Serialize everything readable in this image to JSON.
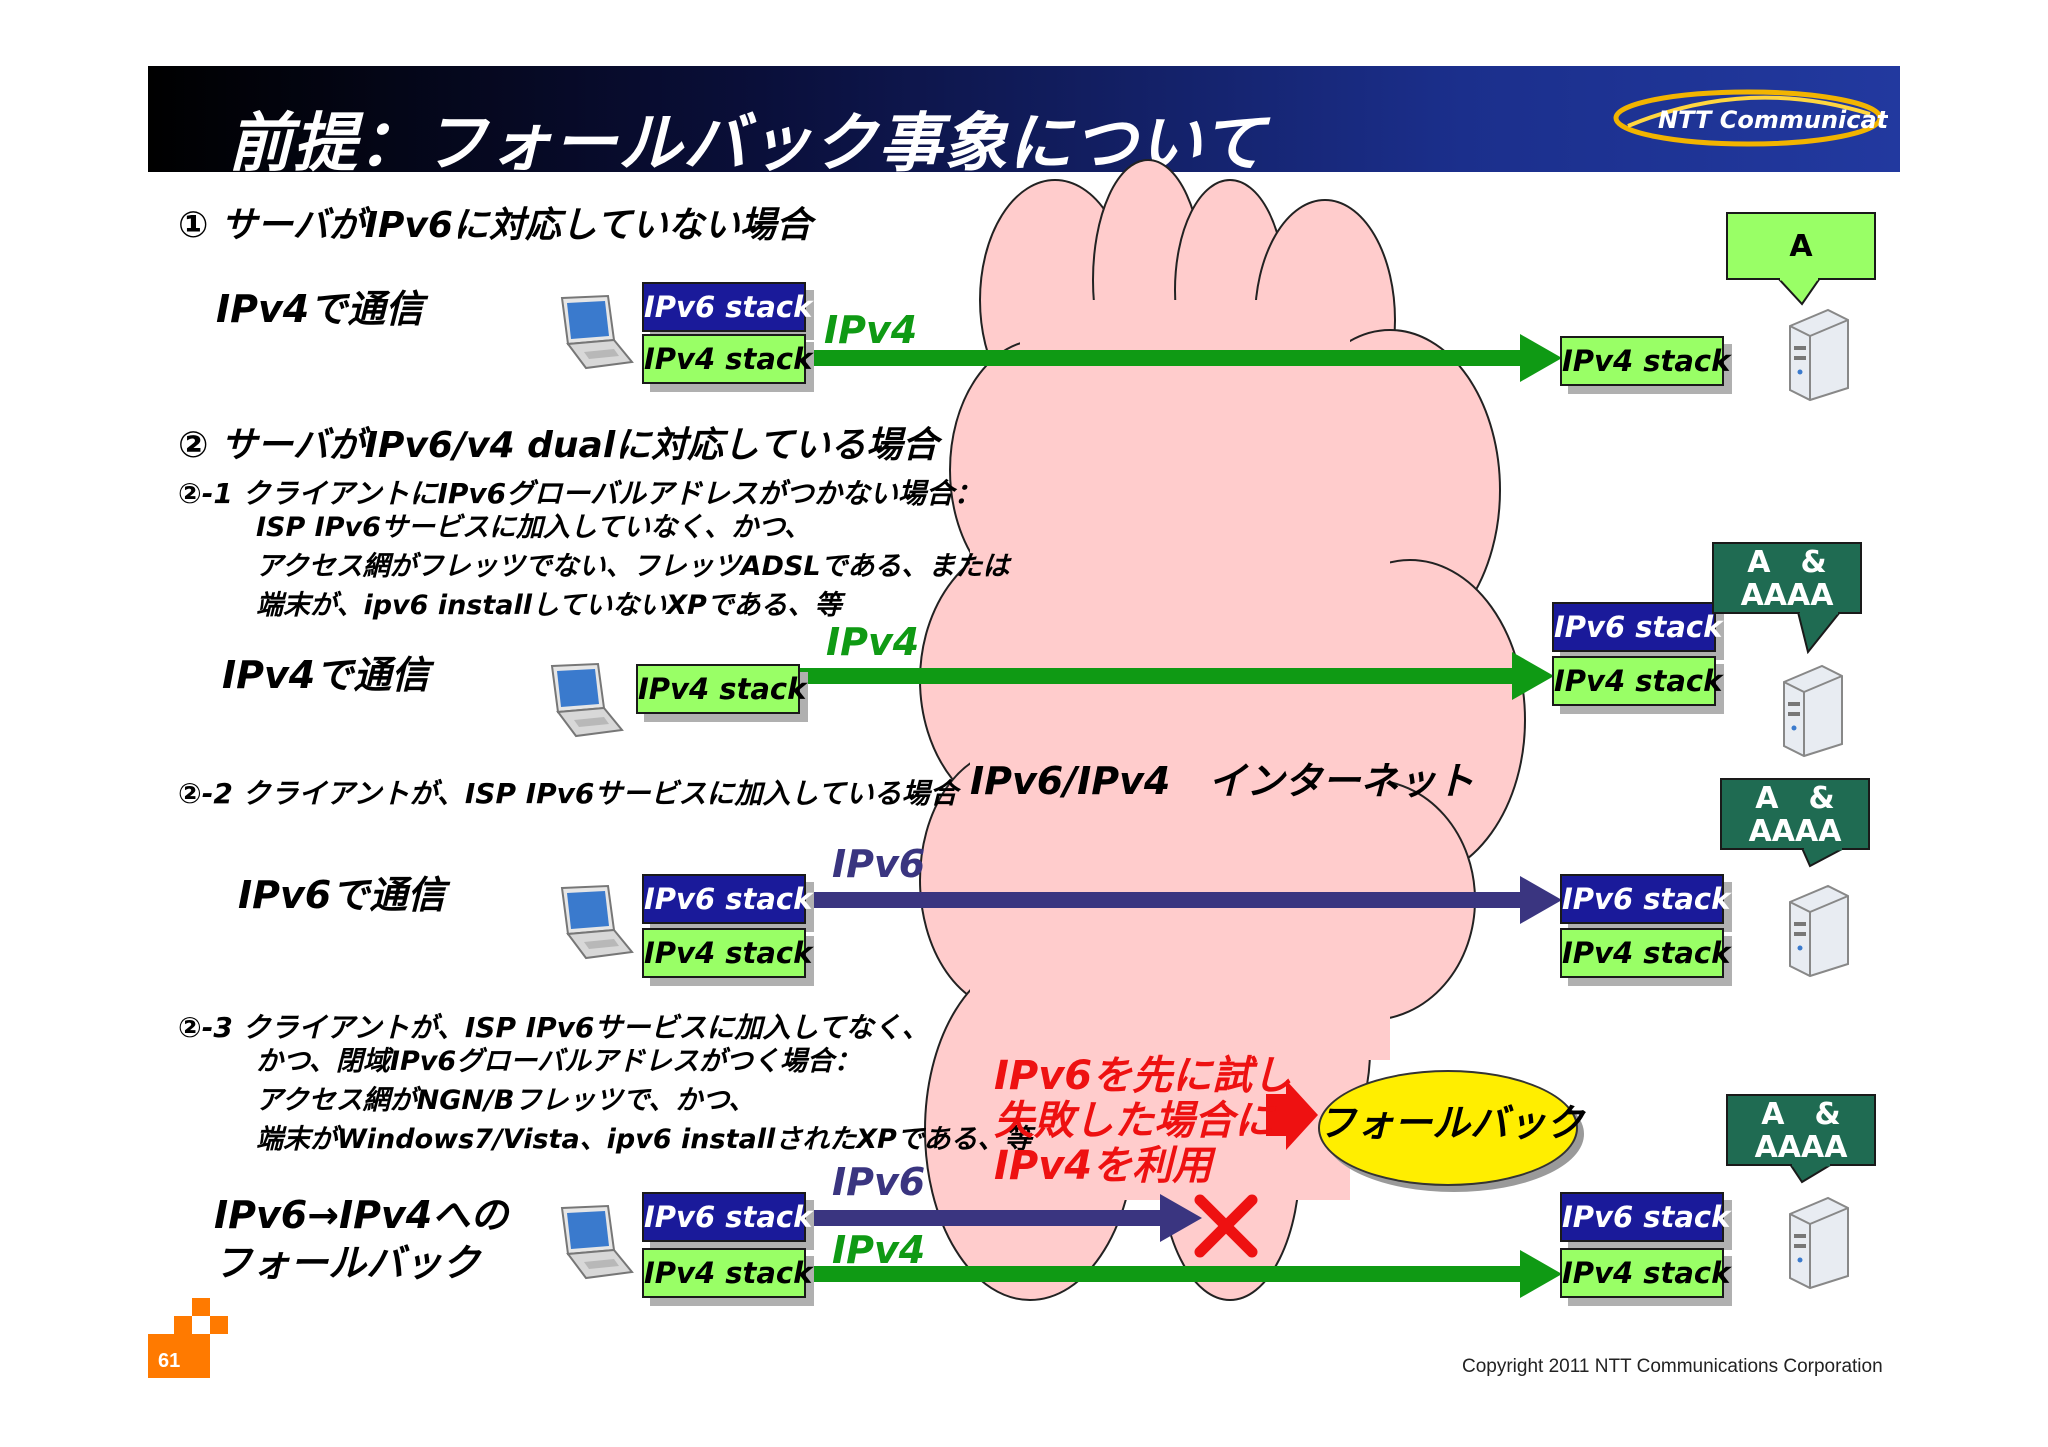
{
  "header": {
    "title": "前提：フォールバック事象について",
    "logo_text": "NTT Communications"
  },
  "section1": {
    "heading": "① サーバがIPv6に対応していない場合",
    "comm_label": "IPv4で通信",
    "client_stacks": [
      "IPv6 stack",
      "IPv4 stack"
    ],
    "arrow_label": "IPv4",
    "server_stacks": [
      "IPv4 stack"
    ],
    "dns": "A"
  },
  "section2": {
    "heading": "② サーバがIPv6/v4 dualに対応している場合",
    "sub1": {
      "title": "②-1 クライアントにIPv6グローバルアドレスがつかない場合：",
      "lines": [
        "ISP IPv6サービスに加入していなく、かつ、",
        "アクセス網がフレッツでない、フレッツADSLである、または",
        "端末が、ipv6 installしていないXPである、等"
      ],
      "comm_label": "IPv4で通信",
      "client_stacks": [
        "IPv4 stack"
      ],
      "arrow_label": "IPv4",
      "server_stacks": [
        "IPv6 stack",
        "IPv4 stack"
      ],
      "dns": [
        "A　&",
        "AAAA"
      ]
    },
    "sub2": {
      "title": "②-2 クライアントが、ISP IPv6サービスに加入している場合",
      "comm_label": "IPv6で通信",
      "client_stacks": [
        "IPv6 stack",
        "IPv4 stack"
      ],
      "arrow_label": "IPv6",
      "server_stacks": [
        "IPv6 stack",
        "IPv4 stack"
      ],
      "dns": [
        "A　&",
        "AAAA"
      ]
    },
    "sub3": {
      "title": "②-3 クライアントが、ISP IPv6サービスに加入してなく、",
      "lines": [
        "かつ、閉域IPv6グローバルアドレスがつく場合：",
        "アクセス網がNGN/Bフレッツで、かつ、",
        "端末がWindows7/Vista、ipv6 installされたXPである、等"
      ],
      "comm_label": [
        "IPv6→IPv4への",
        "フォールバック"
      ],
      "client_stacks": [
        "IPv6 stack",
        "IPv4 stack"
      ],
      "arrow_labels": [
        "IPv6",
        "IPv4"
      ],
      "server_stacks": [
        "IPv6 stack",
        "IPv4 stack"
      ],
      "dns": [
        "A　&",
        "AAAA"
      ],
      "red_note": [
        "IPv6を先に試し",
        "失敗した場合に",
        "IPv4を利用"
      ],
      "fallback": "フォールバック"
    }
  },
  "cloud_label": "IPv6/IPv4　インターネット",
  "colors": {
    "ipv4_arrow": "#0f9a14",
    "ipv6_arrow": "#3a3580",
    "cloud_fill": "#ffcccc",
    "x_mark": "#ee1111"
  },
  "footer": {
    "copyright": "Copyright 2011 NTT Communications Corporation",
    "page_number": "61"
  }
}
